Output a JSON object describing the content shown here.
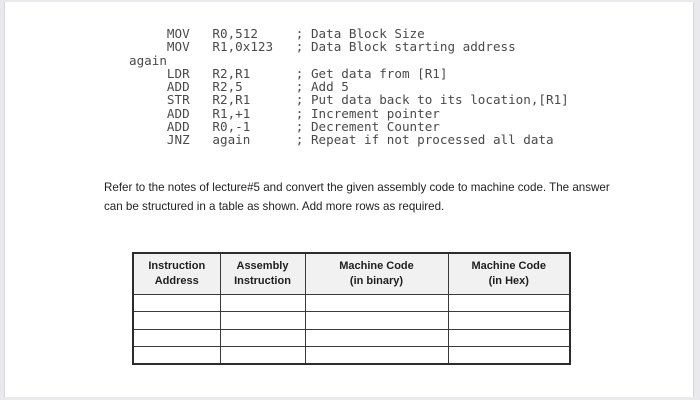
{
  "document": {
    "code_listing": {
      "lines": [
        "     MOV   R0,512     ; Data Block Size",
        "     MOV   R1,0x123   ; Data Block starting address",
        "again",
        "     LDR   R2,R1      ; Get data from [R1]",
        "     ADD   R2,5       ; Add 5",
        "     STR   R2,R1      ; Put data back to its location,[R1]",
        "     ADD   R1,+1      ; Increment pointer",
        "     ADD   R0,-1      ; Decrement Counter",
        "     JNZ   again      ; Repeat if not processed all data"
      ]
    },
    "instructions": {
      "line1": "Refer to the notes of lecture#5 and convert the given assembly code to machine code. The answer",
      "line2": "can be structured in a table as shown. Add more rows as required."
    },
    "table": {
      "headers": [
        "Instruction\nAddress",
        "Assembly\nInstruction",
        "Machine Code\n(in binary)",
        "Machine Code\n(in Hex)"
      ],
      "empty_rows": 4
    }
  },
  "colors": {
    "paper": "#ffffff",
    "surround": "#e9e9ee",
    "table_border": "#2c2c2c",
    "table_header_bg": "#f1f1f1",
    "code_text": "#4a4a4a",
    "body_text": "#1f1f1f"
  }
}
